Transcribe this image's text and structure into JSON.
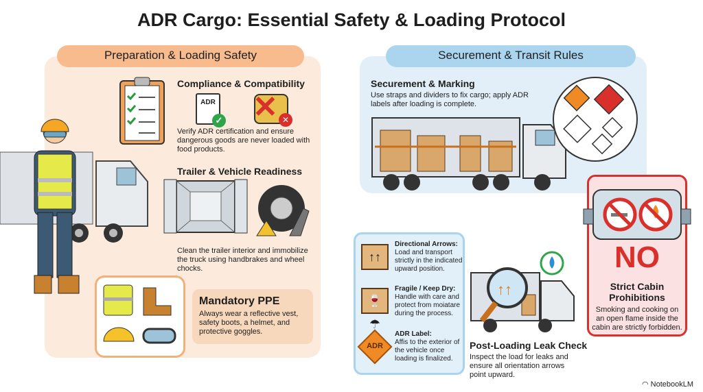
{
  "title": "ADR Cargo: Essential Safety & Loading Protocol",
  "left": {
    "header": "Preparation & Loading Safety",
    "compliance": {
      "title": "Compliance & Compatibility",
      "doc_label": "ADR",
      "text": "Verify ADR certification and ensure dangerous goods are never loaded with food products."
    },
    "readiness": {
      "title": "Trailer & Vehicle Readiness",
      "text": "Clean the trailer interior and immobilize the truck using handbrakes and wheel chocks."
    },
    "ppe": {
      "title": "Mandatory PPE",
      "text": "Always wear a reflective vest, safety boots, a helmet, and protective goggles."
    }
  },
  "right": {
    "header": "Securement & Transit Rules",
    "securement": {
      "title": "Securement & Marking",
      "text": "Use straps and dividers to fix cargo; apply ADR labels after loading is complete."
    },
    "symbols": [
      {
        "title": "Directional Arrows:",
        "text": "Load and transport strictly in the indicated upward position."
      },
      {
        "title": "Fragile / Keep Dry:",
        "text": "Handle with care and protect from moiatare during the process."
      },
      {
        "title": "ADR Label:",
        "text": "Affis to the exterior of the vehicle once loading is finalized.",
        "icon_label": "ADR"
      }
    ],
    "leak": {
      "title": "Post-Loading Leak Check",
      "text": "Inspect the load for leaks and ensure all orientation arrows point upward."
    },
    "cabin": {
      "sign": "NO",
      "title": "Strict Cabin Prohibitions",
      "text": "Smoking and cooking on an open flame inside the cabin are strictly forbidden."
    }
  },
  "brand": "NotebookLM"
}
